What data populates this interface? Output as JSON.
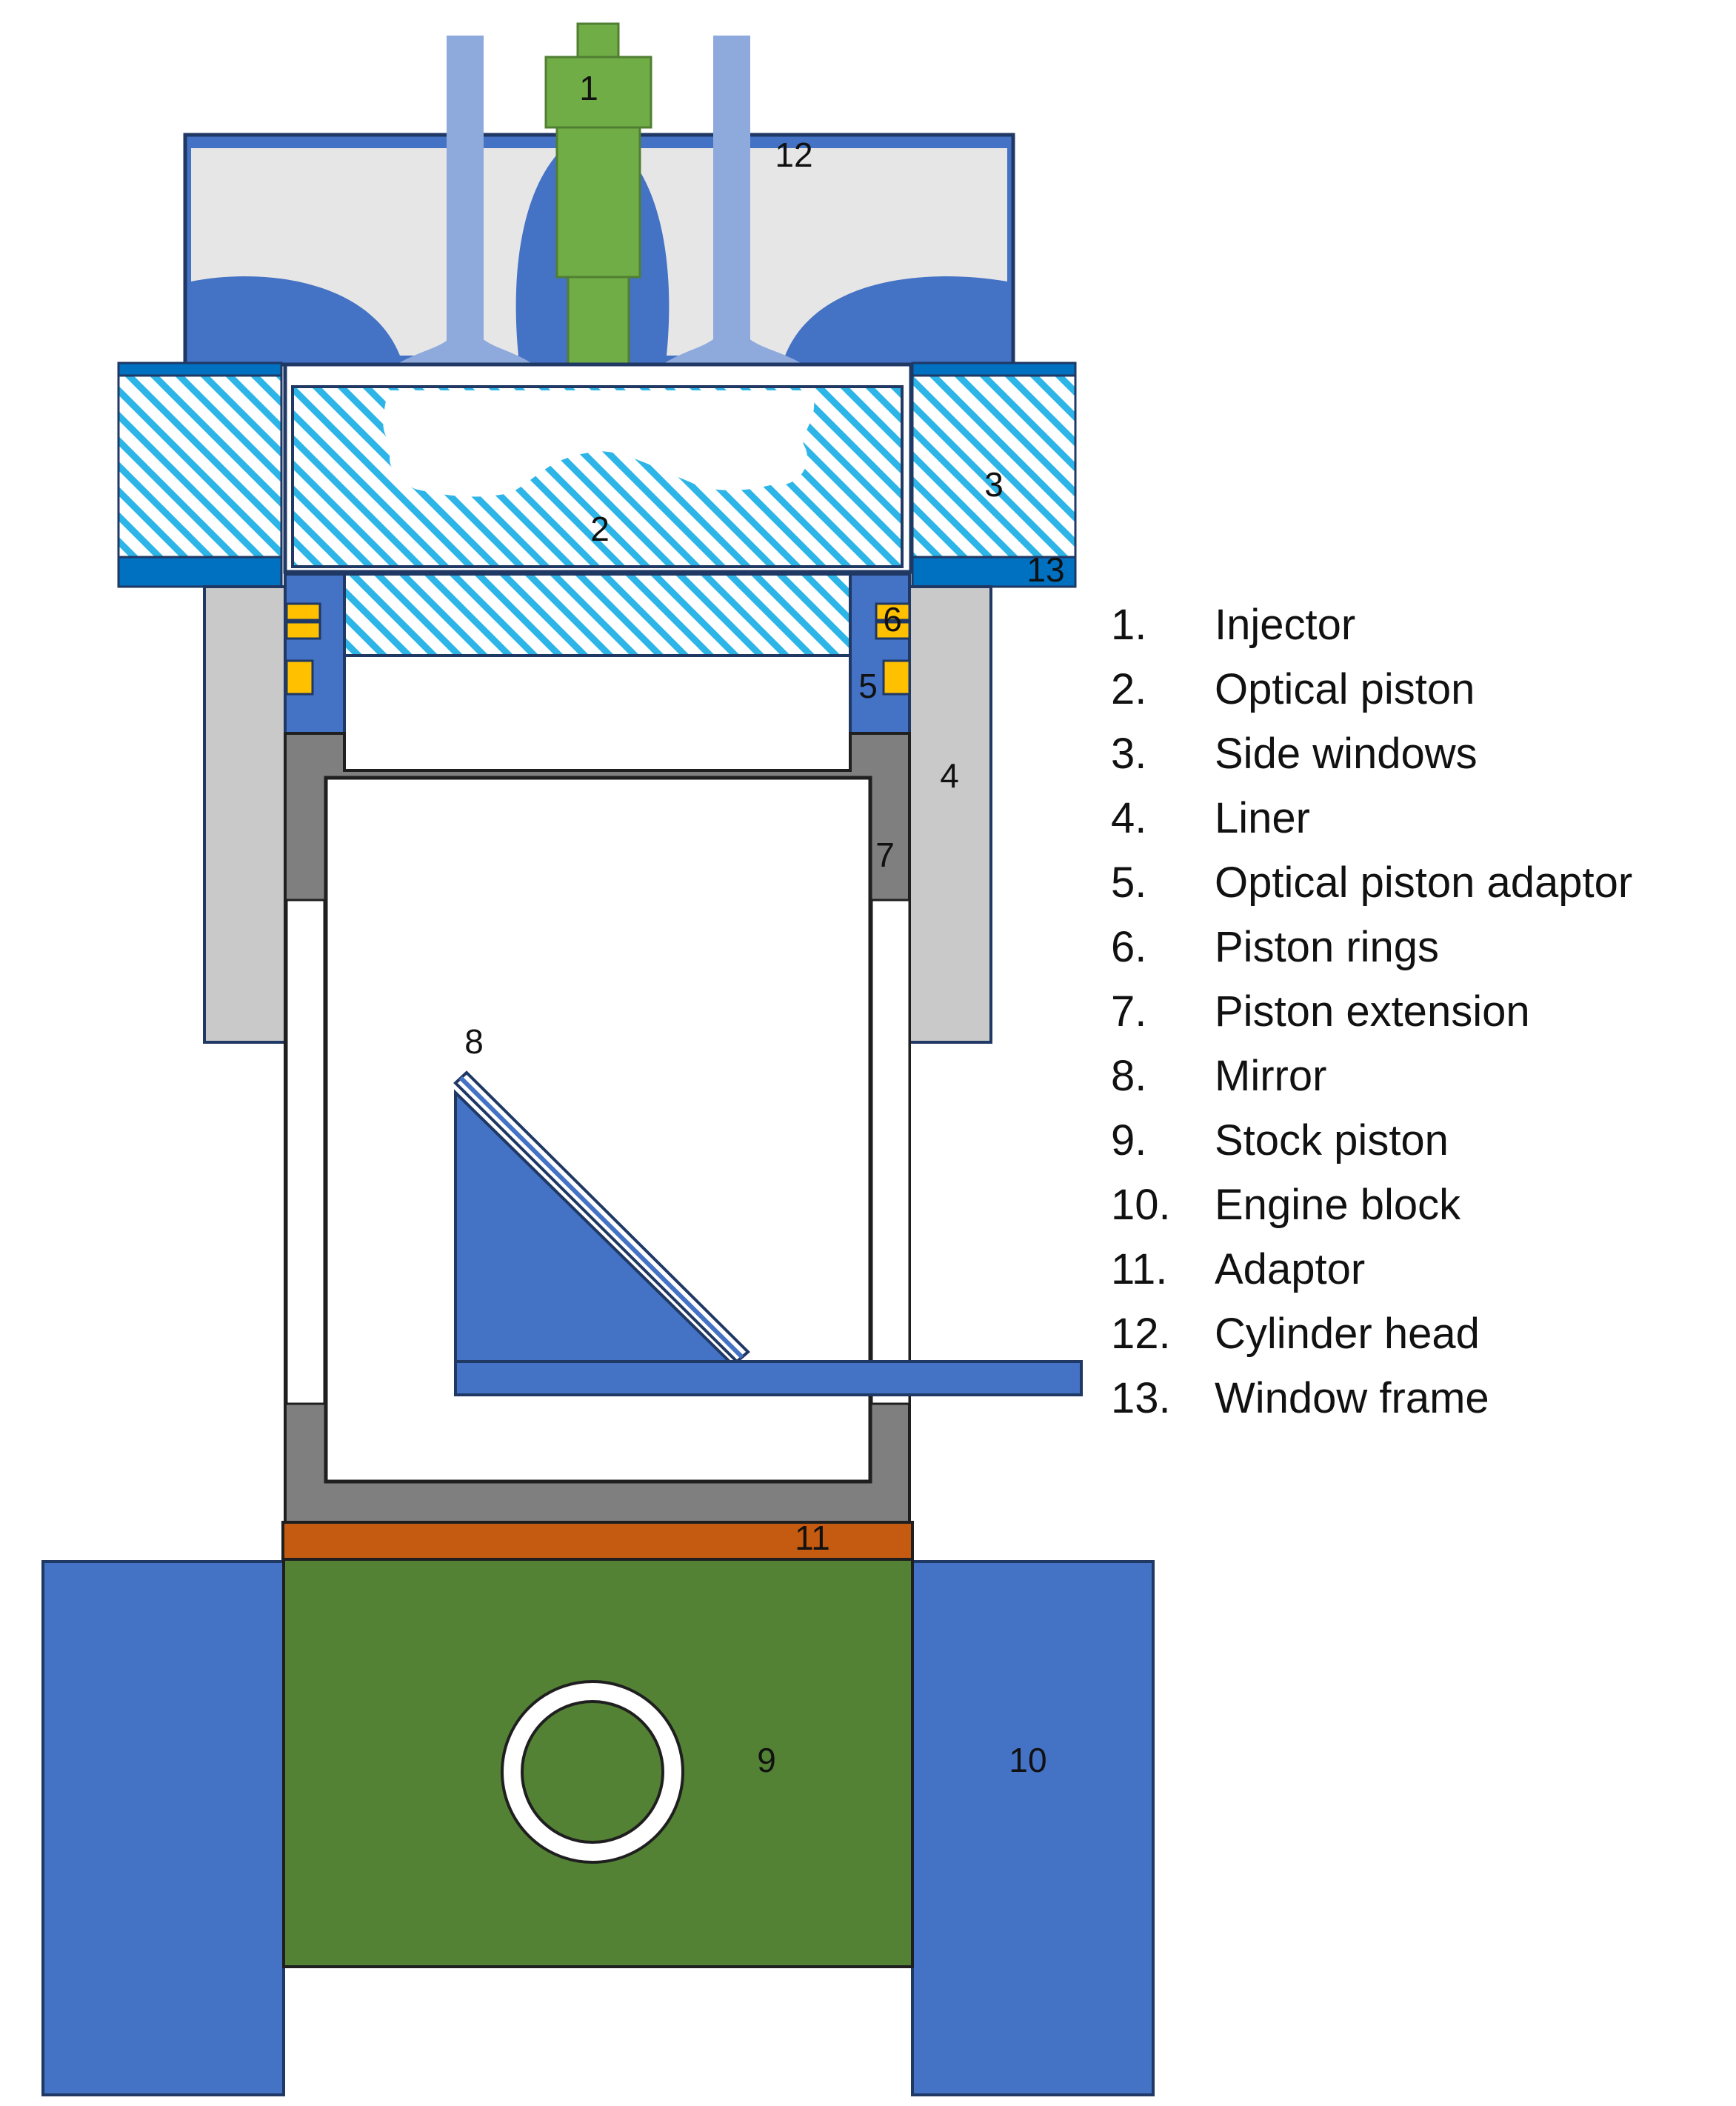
{
  "colors": {
    "blue": "#4472C4",
    "blue_dark": "#1F4E79",
    "blue_frame": "#0070C0",
    "light_grey": "#E7E6E6",
    "valve": "#8EA9DB",
    "injector": "#70AD47",
    "injector_dark": "#507E32",
    "hatch": "#2DB5E8",
    "liner": "#C9C9C9",
    "extension": "#7F7F7F",
    "adaptor": "#C55A11",
    "stock_piston": "#548235",
    "ring": "#FFC000"
  },
  "diagram": {
    "labels": {
      "n1": "1",
      "n2": "2",
      "n3": "3",
      "n4": "4",
      "n5": "5",
      "n6": "6",
      "n7": "7",
      "n8": "8",
      "n9": "9",
      "n10": "10",
      "n11": "11",
      "n12": "12",
      "n13": "13"
    }
  },
  "legend": {
    "items": [
      {
        "num": "1.",
        "label": "Injector"
      },
      {
        "num": "2.",
        "label": "Optical piston"
      },
      {
        "num": "3.",
        "label": "Side windows"
      },
      {
        "num": "4.",
        "label": "Liner"
      },
      {
        "num": "5.",
        "label": "Optical piston adaptor"
      },
      {
        "num": "6.",
        "label": "Piston rings"
      },
      {
        "num": "7.",
        "label": "Piston extension"
      },
      {
        "num": "8.",
        "label": "Mirror"
      },
      {
        "num": "9.",
        "label": "Stock piston"
      },
      {
        "num": "10.",
        "label": "Engine block"
      },
      {
        "num": "11.",
        "label": "Adaptor"
      },
      {
        "num": "12.",
        "label": "Cylinder head"
      },
      {
        "num": "13.",
        "label": "Window frame"
      }
    ]
  }
}
